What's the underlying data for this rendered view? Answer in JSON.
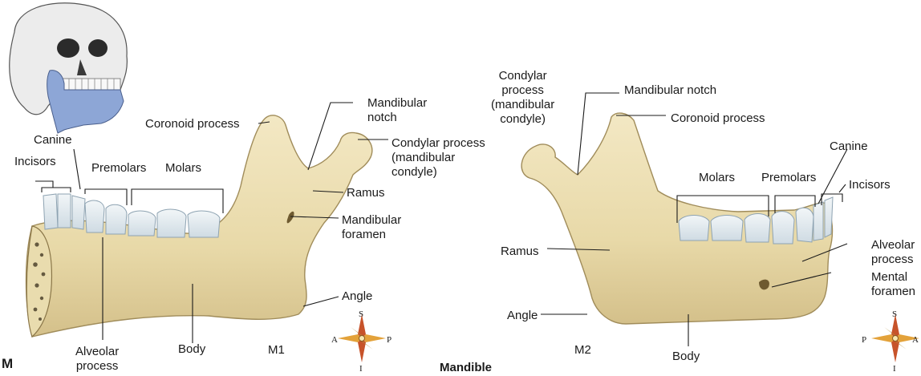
{
  "figure": {
    "panel_letter": "M",
    "caption": "Mandible",
    "colors": {
      "bone": "#ede0b4",
      "bone_shade": "#d7c592",
      "tooth": "#e6eef3",
      "skull": "#ededed",
      "mandible_highlight": "#8da6d6",
      "leader": "#1a1a1a"
    }
  },
  "views": [
    {
      "id": "M1",
      "label": "M1",
      "labels": {
        "canine": "Canine",
        "incisors": "Incisors",
        "premolars": "Premolars",
        "molars": "Molars",
        "coronoid": "Coronoid process",
        "mandibular_notch": "Mandibular\nnotch",
        "condylar": "Condylar process\n(mandibular\ncondyle)",
        "ramus": "Ramus",
        "mandibular_foramen": "Mandibular\nforamen",
        "angle": "Angle",
        "body": "Body",
        "alveolar": "Alveolar\nprocess"
      },
      "compass": {
        "top": "S",
        "left": "A",
        "right": "P",
        "bottom": "I"
      }
    },
    {
      "id": "M2",
      "label": "M2",
      "labels": {
        "condylar": "Condylar\nprocess\n(mandibular\ncondyle)",
        "mandibular_notch": "Mandibular notch",
        "coronoid": "Coronoid process",
        "canine": "Canine",
        "incisors": "Incisors",
        "molars": "Molars",
        "premolars": "Premolars",
        "ramus": "Ramus",
        "alveolar": "Alveolar\nprocess",
        "mental_foramen": "Mental\nforamen",
        "angle": "Angle",
        "body": "Body"
      },
      "compass": {
        "top": "S",
        "left": "P",
        "right": "A",
        "bottom": "I"
      }
    }
  ]
}
